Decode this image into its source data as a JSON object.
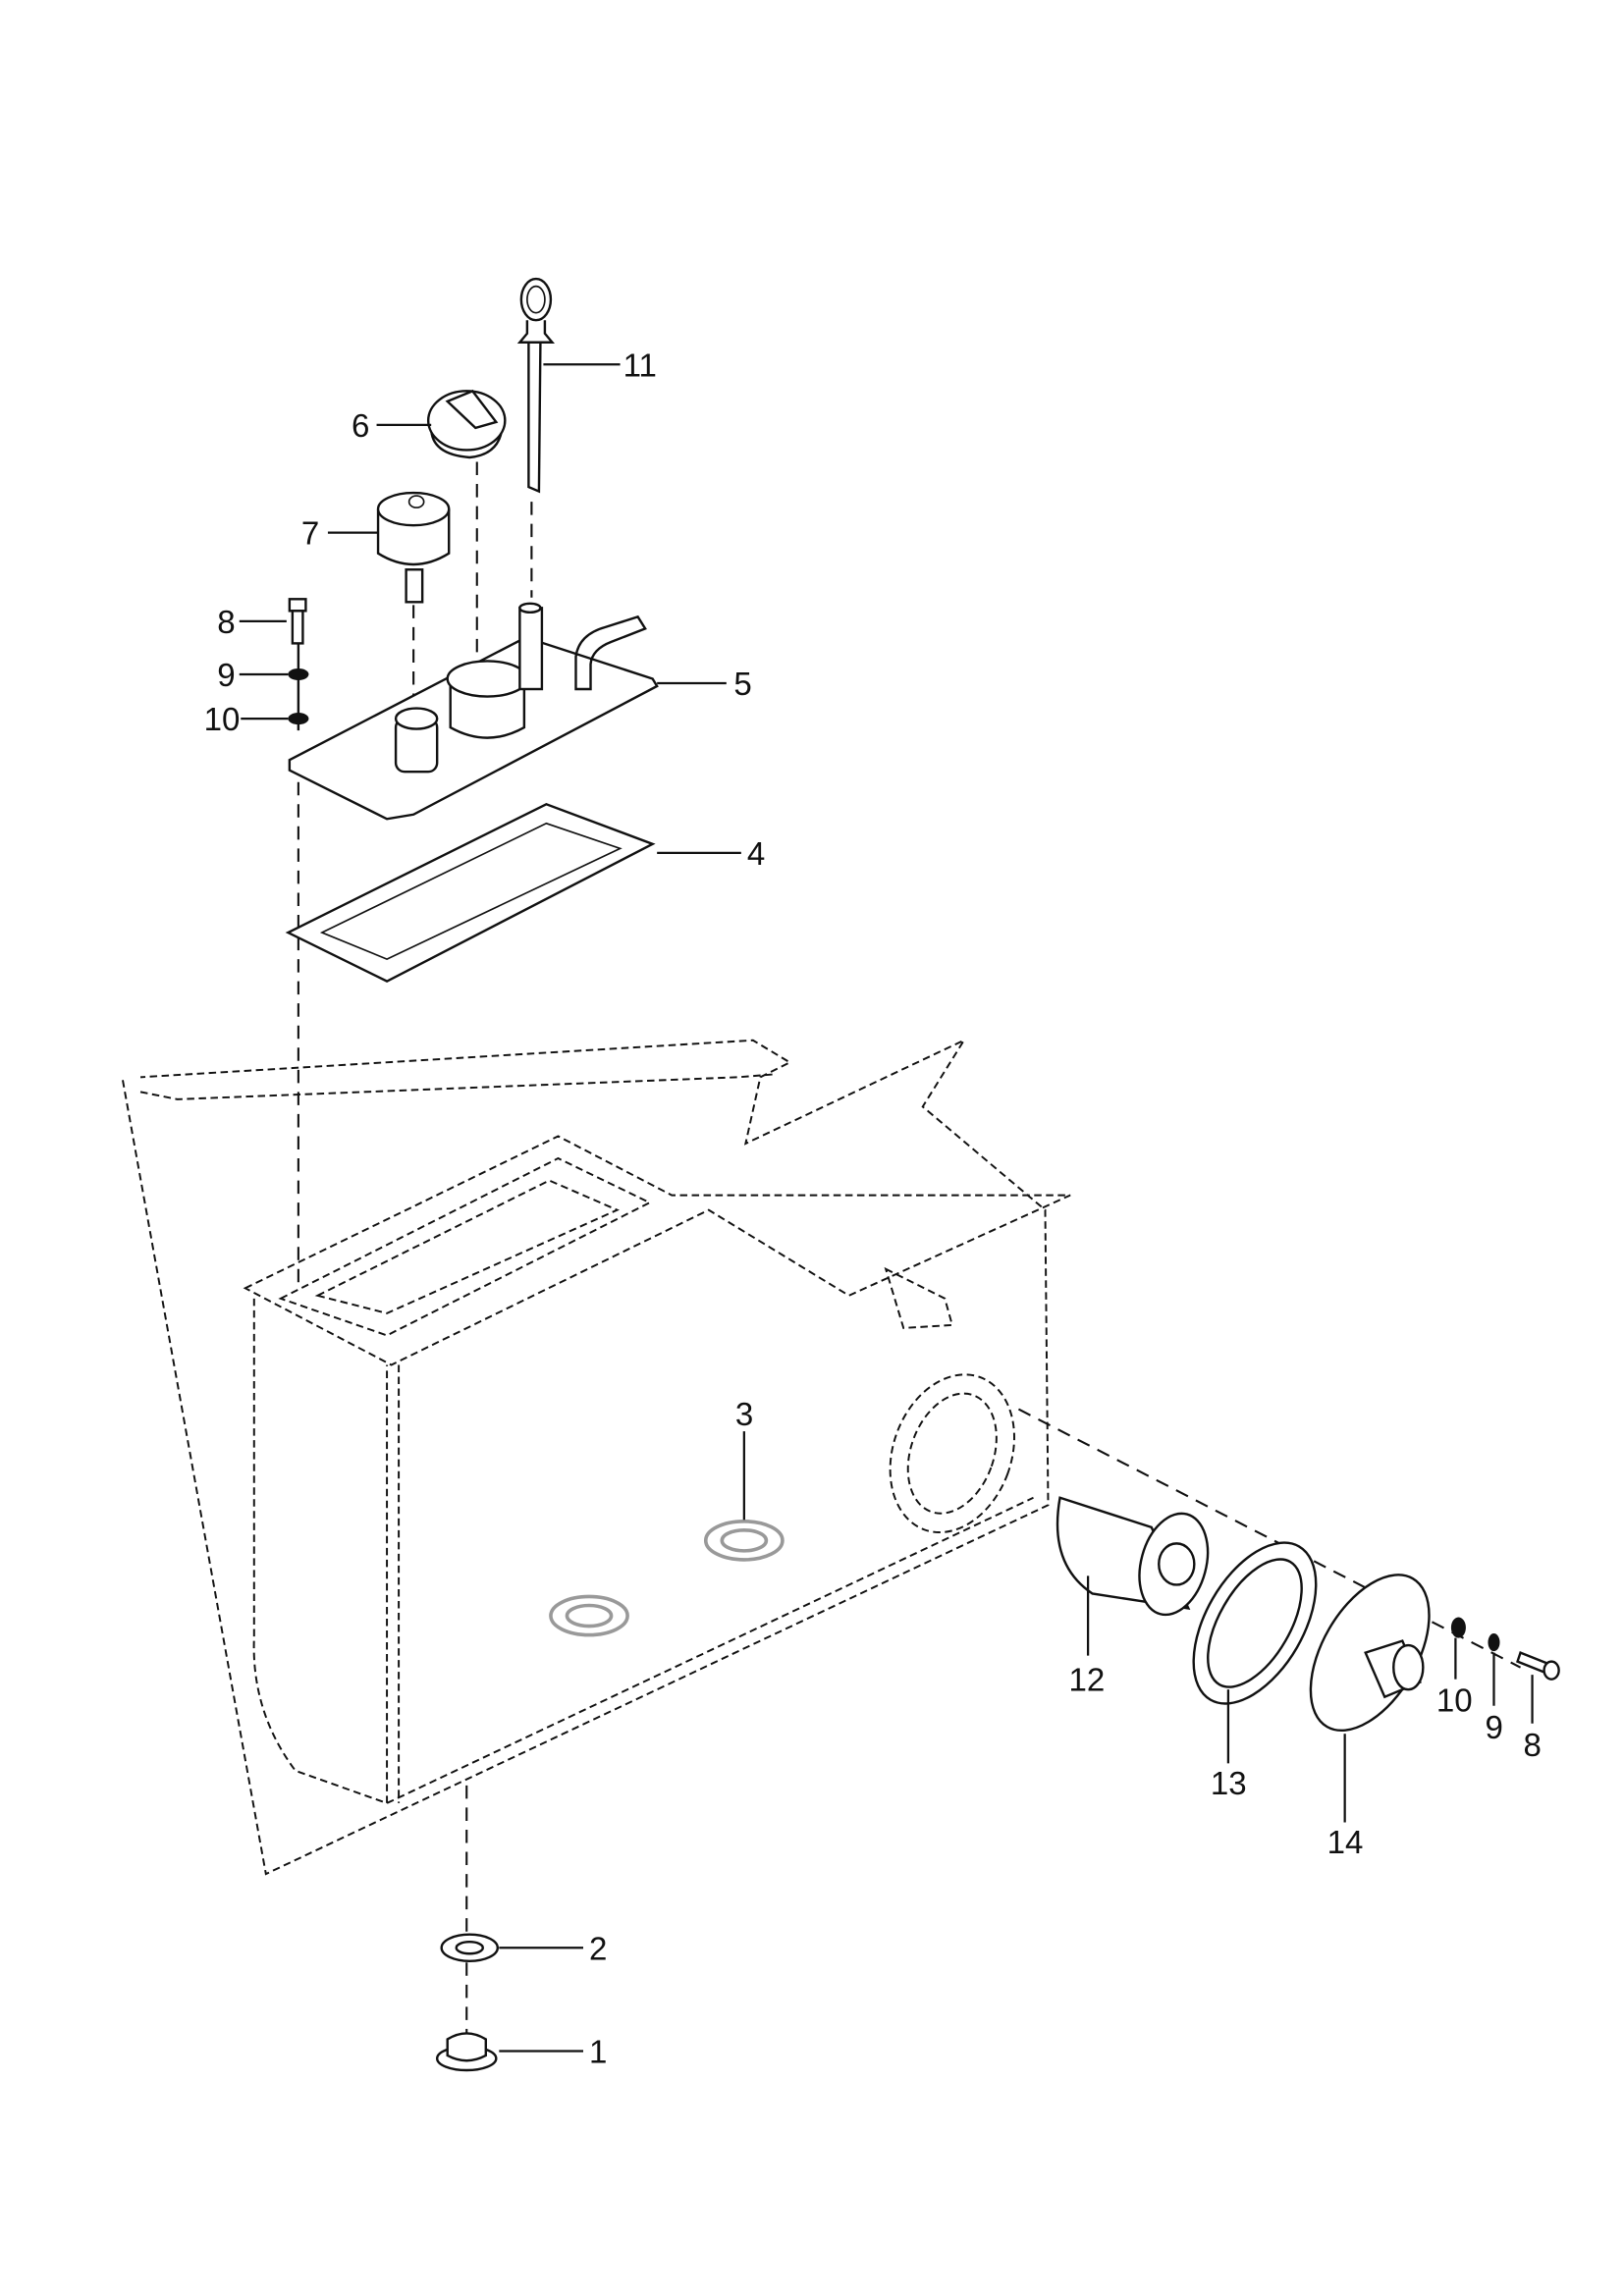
{
  "diagram": {
    "title": "Hydraulic tank assembly exploded view",
    "callouts": {
      "c1": "1",
      "c2": "2",
      "c3": "3",
      "c4": "4",
      "c5": "5",
      "c6": "6",
      "c7": "7",
      "c8a": "8",
      "c9a": "9",
      "c10a": "10",
      "c11": "11",
      "c12": "12",
      "c13": "13",
      "c14": "14",
      "c10b": "10",
      "c9b": "9",
      "c8b": "8"
    }
  }
}
